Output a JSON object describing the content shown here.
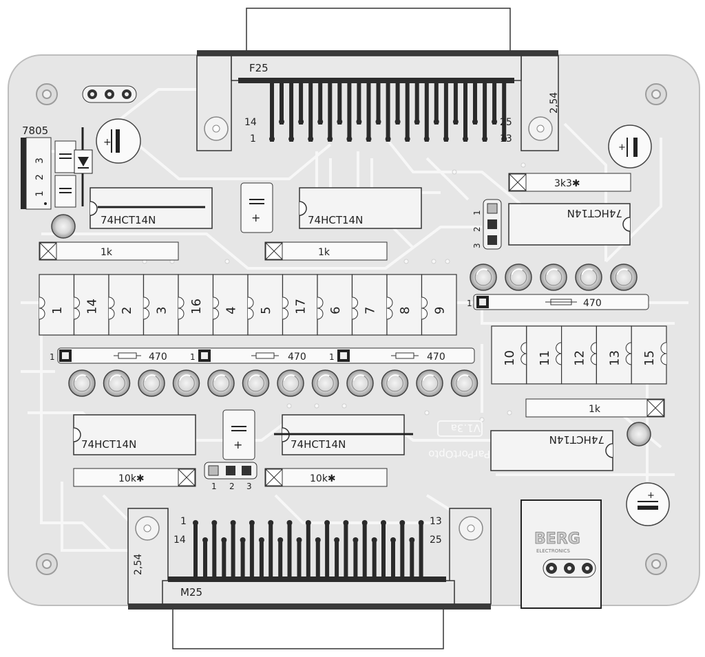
{
  "connectors": {
    "top_name": "F25",
    "bottom_name": "M25",
    "top_pins": {
      "left_upper": "14",
      "left_lower": "1",
      "right_upper": "25",
      "right_lower": "13"
    },
    "bottom_pins": {
      "left_upper": "1",
      "left_lower": "14",
      "right_upper": "13",
      "right_lower": "25"
    },
    "pitch_label": "2,54"
  },
  "regulator": {
    "name": "7805",
    "pins": [
      "3",
      "2",
      "1"
    ]
  },
  "ics": {
    "top_left": "74HCT14N",
    "top_middle": "74HCT14N",
    "right_mirrored": "74HCT14N",
    "bottom_left": "74HCT14N",
    "bottom_middle": "74HCT14N",
    "bottom_right_mirrored": "74HCT14N"
  },
  "resistors": {
    "r1k_left": "1k",
    "r1k_middle": "1k",
    "r1k_right": "1k",
    "r3k3": "3k3✱",
    "r470_a": "470",
    "r470_b": "470",
    "r470_c": "470",
    "r470_right": "470",
    "r10k_left": "10k✱",
    "r10k_right": "10k✱",
    "pin1_marker": "1"
  },
  "row_numbers": [
    "1",
    "14",
    "2",
    "3",
    "16",
    "4",
    "5",
    "17",
    "6",
    "7",
    "8",
    "9"
  ],
  "right_numbers": [
    "10",
    "11",
    "12",
    "13",
    "15"
  ],
  "jumpers": {
    "right_vertical": [
      "1",
      "2",
      "3"
    ],
    "bottom_horizontal": [
      "1",
      "2",
      "3"
    ]
  },
  "board_texts": {
    "version": "V1.3a",
    "name": "ParPortOpto"
  },
  "berg": {
    "logo": "BERG",
    "subtitle": "ELECTRONICS"
  }
}
